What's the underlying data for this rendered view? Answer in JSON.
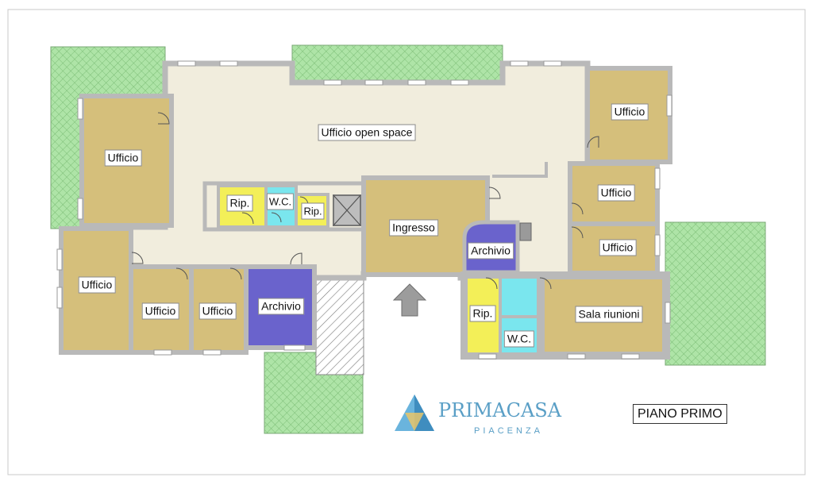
{
  "rooms": {
    "open_space": "Ufficio open space",
    "ufficio_top_left": "Ufficio",
    "ufficio_left": "Ufficio",
    "ufficio_bottom_1": "Ufficio",
    "ufficio_bottom_2": "Ufficio",
    "archivio_left": "Archivio",
    "rip_1": "Rip.",
    "wc_1": "W.C.",
    "rip_2": "Rip.",
    "ingresso": "Ingresso",
    "archivio_center": "Archivio",
    "ufficio_right_1": "Ufficio",
    "ufficio_right_2": "Ufficio",
    "ufficio_right_3": "Ufficio",
    "rip_3": "Rip.",
    "wc_2": "W.C.",
    "sala_riunioni": "Sala riunioni"
  },
  "floor_label": "PIANO PRIMO",
  "brand": {
    "name": "PRIMACASA",
    "city": "PIACENZA"
  },
  "colors": {
    "floor": "#f1eddd",
    "office": "#d5bf7b",
    "archive": "#6a63cc",
    "storage": "#f3ef58",
    "wc": "#7ae6ee",
    "terrace": "#aee4a7",
    "wall": "#b9b9b9",
    "brand": "#5a9fc6"
  }
}
